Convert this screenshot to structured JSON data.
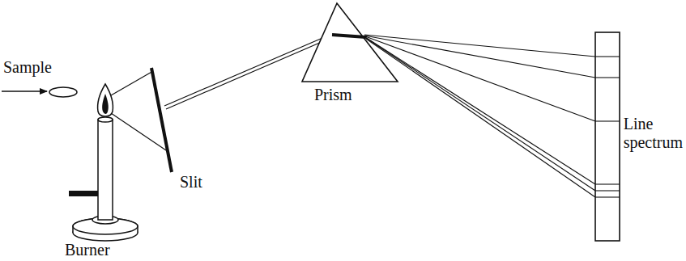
{
  "diagram": {
    "labels": [
      "Sample",
      "Burner",
      "Slit",
      "Prism",
      "Line spectrum"
    ]
  }
}
